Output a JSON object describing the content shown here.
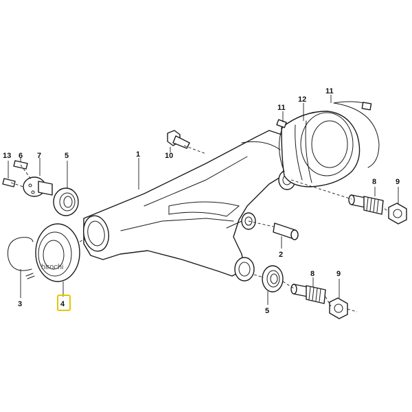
{
  "callouts": {
    "c1": "1",
    "c2": "2",
    "c3": "3",
    "c4": "4",
    "c5_left": "5",
    "c5_bottom": "5",
    "c6": "6",
    "c7": "7",
    "c8_top": "8",
    "c8_bottom": "8",
    "c9_top": "9",
    "c9_bottom": "9",
    "c10": "10",
    "c11_left": "11",
    "c11_right": "11",
    "c12": "12",
    "c13": "13"
  },
  "watermark": "hirochi",
  "highlight": {
    "callout": "4",
    "color": "#e8c400"
  }
}
